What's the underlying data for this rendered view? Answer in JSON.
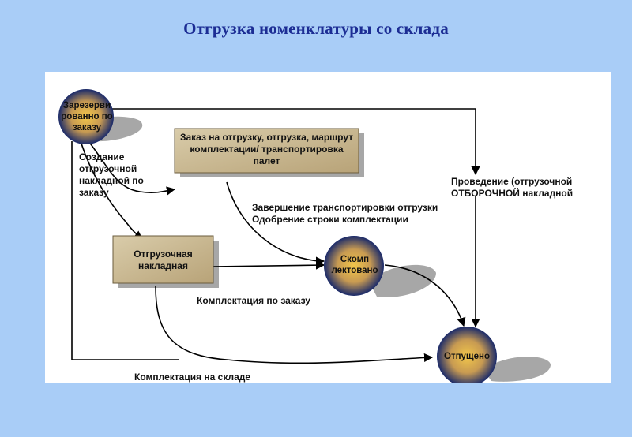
{
  "slide": {
    "title": "Отгрузка номенклатуры со склада"
  },
  "nodes": {
    "reserved": {
      "label": "Зарезерви рованно по заказу"
    },
    "complected": {
      "label": "Скомп лектовано"
    },
    "released": {
      "label": "Отпущено"
    }
  },
  "boxes": {
    "shipping_order": {
      "label": "Заказ на отгрузку, отгрузка, маршрут комплектации/ транспортировка палет"
    },
    "shipping_invoice": {
      "label": "Отгрузочная накладная"
    }
  },
  "edges": {
    "create_invoice": {
      "label": "Создание отгрузочной накладной по заказу"
    },
    "posting": {
      "label": "Проведение (отгрузочной ОТБОРОЧНОЙ накладной"
    },
    "finish_transport": {
      "label": "Завершение транспортировки отгрузки Одобрение строки комплектации"
    },
    "pick_by_order": {
      "label": "Комплектация по заказу"
    },
    "pick_in_warehouse": {
      "label": "Комплектация на складе"
    }
  },
  "colors": {
    "background": "#a9cdf7",
    "title": "#1c2d94",
    "box_fill": "#c7b48a",
    "node_center": "#f2c64a",
    "node_edge": "#1a2a6a"
  }
}
